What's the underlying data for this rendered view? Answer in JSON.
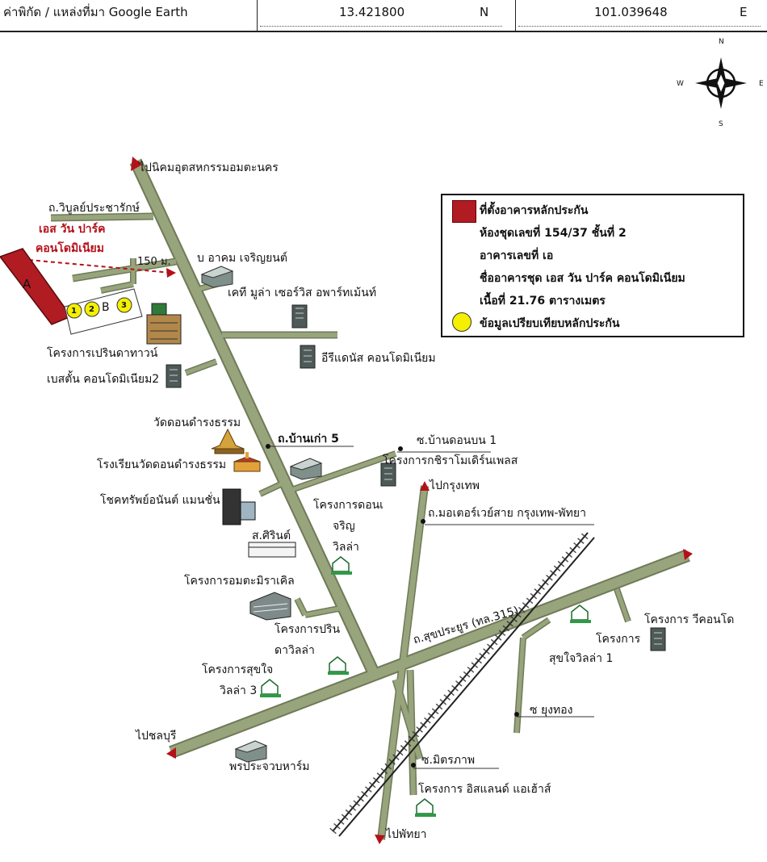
{
  "header": {
    "coord_label": "ค่าพิกัด / แหล่งที่มา Google Earth",
    "latitude": "13.421800",
    "lat_dir": "N",
    "longitude": "101.039648",
    "lon_dir": "E"
  },
  "compass": {
    "n": "N",
    "s": "S",
    "e": "E",
    "w": "W"
  },
  "legend": {
    "line1": "ที่ตั้งอาคารหลักประกัน",
    "line2": "ห้องชุดเลขที่ 154/37 ชั้นที่ 2",
    "line3": "อาคารเลขที่ เอ",
    "line4": "ชื่ออาคารชุด เอส วัน ปาร์ค คอนโดมิเนียม",
    "line5": "เนื้อที่ 21.76 ตารางเมตร",
    "line6": "ข้อมูลเปรียบเทียบหลักประกัน",
    "red_color": "#b01c22",
    "yellow_color": "#f4f000"
  },
  "site": {
    "name_line1": "เอส วัน ปาร์ค",
    "name_line2": "คอนโดมิเนียม",
    "distance": "150 ม.",
    "building_a": "A",
    "building_b": "B",
    "comp1": "1",
    "comp2": "2",
    "comp3": "3"
  },
  "labels": {
    "nikhom": "ไปนิคมอุตสหกรรมอมตะนคร",
    "wibun": "ถ.วิบูลย์ประชารักษ์",
    "akom": "บ อาคม เจริญยนต์",
    "kt_mula": "เคที มูล่า เซอร์วิส อพาร์ทเม้นท์",
    "prin_downtown": "โครงการเปรินดาทาวน์",
    "erie": "อีรีแดนัส คอนโดมิเนียม",
    "basetown": "เบสตั้น คอนโดมิเนียม2",
    "wat": "วัดดอนดำรงธรรม",
    "ban_kao": "ถ.บ้านเก่า 5",
    "soi_bandon": "ซ.บ้านดอนบน 1",
    "school": "โรงเรียนวัดดอนดำรงธรรม",
    "krisra": "โครงการกชิราโมเดิร์นเพลส",
    "bangkok": "ไปกรุงเทพ",
    "chok": "โชคทรัพย์อนันต์ แมนชั่น",
    "don_charoen1": "โครงการดอนเ",
    "don_charoen2": "จริญ",
    "don_charoen3": "วิลล่า",
    "motorway": "ถ.มอเตอร์เวย์สาย กรุงเทพ-พัทยา",
    "sirin": "ส.ศิรินต์",
    "amata_miracle": "โครงการอมตะมิราเคิล",
    "prin_villa1": "โครงการปริน",
    "prin_villa2": "ดาวิลล่า",
    "sukprayoon": "ถ.สุขประยูร (ทล.315)",
    "sukjai1_a": "โครงการ",
    "sukjai1_b": "สุขใจวิลล่า 1",
    "vcondo": "โครงการ วีคอนโด",
    "sukjai3_a": "โครงการสุขใจ",
    "sukjai3_b": "วิลล่า 3",
    "soi_yungthong": "ซ ยุงทอง",
    "chonburi": "ไปชลบุรี",
    "farm": "พรประจวบหาร์ม",
    "soi_mittraphap": "ซ.มิตรภาพ",
    "island": "โครงการ อิสแลนด์ แอเฮ้าส์",
    "pattaya": "ไปพัทยา"
  },
  "colors": {
    "road": "#98a47c",
    "road_edge": "#6f7a58",
    "arrow": "#b4101a"
  }
}
